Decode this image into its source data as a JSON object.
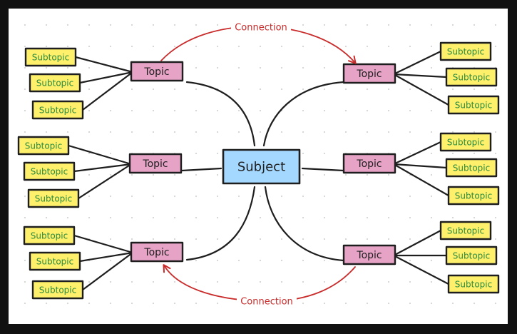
{
  "colors": {
    "background": "#ffffff",
    "stroke": "#1e1e1e",
    "subject_fill": "#a5d8ff",
    "topic_fill": "#e6a3c6",
    "subtopic_fill": "#fff06b",
    "subtopic_text": "#2b8a3e",
    "connection": "#c92a2a"
  },
  "subject": {
    "label": "Subject"
  },
  "topics": [
    {
      "label": "Topic",
      "subtopics": [
        "Subtopic",
        "Subtopic",
        "Subtopic"
      ]
    },
    {
      "label": "Topic",
      "subtopics": [
        "Subtopic",
        "Subtopic",
        "Subtopic"
      ]
    },
    {
      "label": "Topic",
      "subtopics": [
        "Subtopic",
        "Subtopic",
        "Subtopic"
      ]
    },
    {
      "label": "Topic",
      "subtopics": [
        "Subtopic",
        "Subtopic",
        "Subtopic"
      ]
    },
    {
      "label": "Topic",
      "subtopics": [
        "Subtopic",
        "Subtopic",
        "Subtopic"
      ]
    },
    {
      "label": "Topic",
      "subtopics": [
        "Subtopic",
        "Subtopic",
        "Subtopic"
      ]
    }
  ],
  "connections": [
    {
      "label": "Connection"
    },
    {
      "label": "Connection"
    }
  ]
}
